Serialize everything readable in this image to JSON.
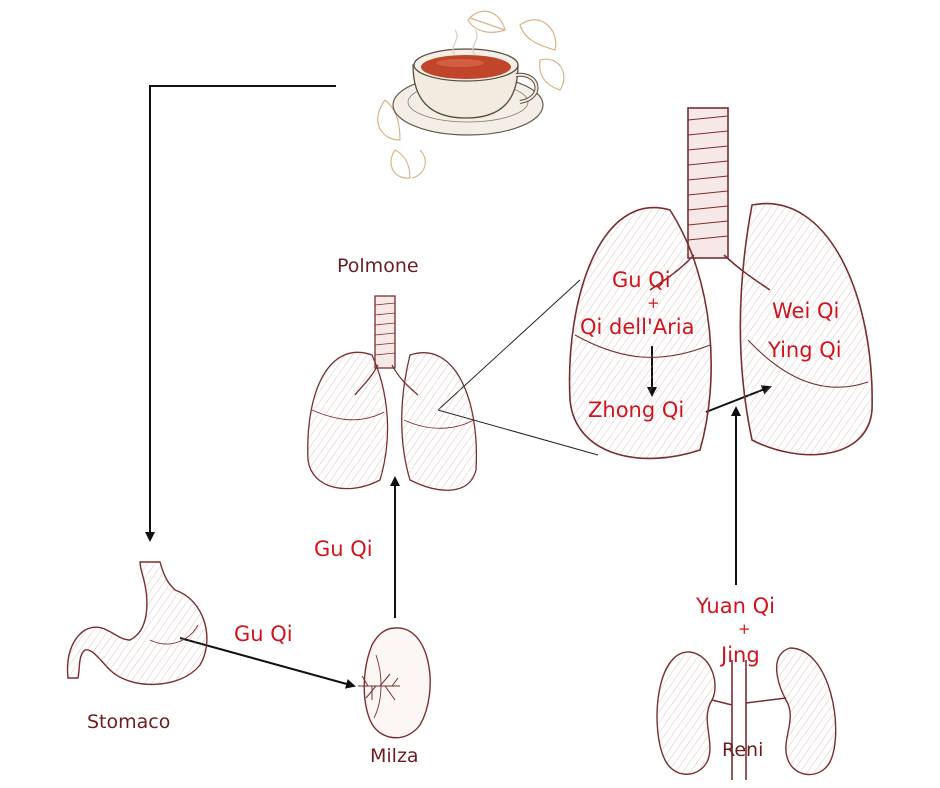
{
  "labels": {
    "polmone": "Polmone",
    "stomaco": "Stomaco",
    "milza": "Milza",
    "reni": "Reni",
    "gu_qi_spleen_to_lung": "Gu Qi",
    "gu_qi_stomach_to_spleen": "Gu Qi",
    "gu_qi_large_lung": "Gu Qi",
    "plus_top": "+",
    "qi_aria": "Qi dell'Aria",
    "zhong_qi": "Zhong Qi",
    "wei_qi": "Wei Qi",
    "ying_qi": "Ying Qi",
    "yuan_qi": "Yuan Qi",
    "plus_bottom": "+",
    "jing": "Jing"
  },
  "colors": {
    "organ_text": "#6b1d22",
    "qi_text": "#d0141c",
    "organ_sketch": "#7a2e30",
    "organ_fill": "#fbf1ef",
    "arrow": "#111111",
    "tea": "#c0452a"
  }
}
